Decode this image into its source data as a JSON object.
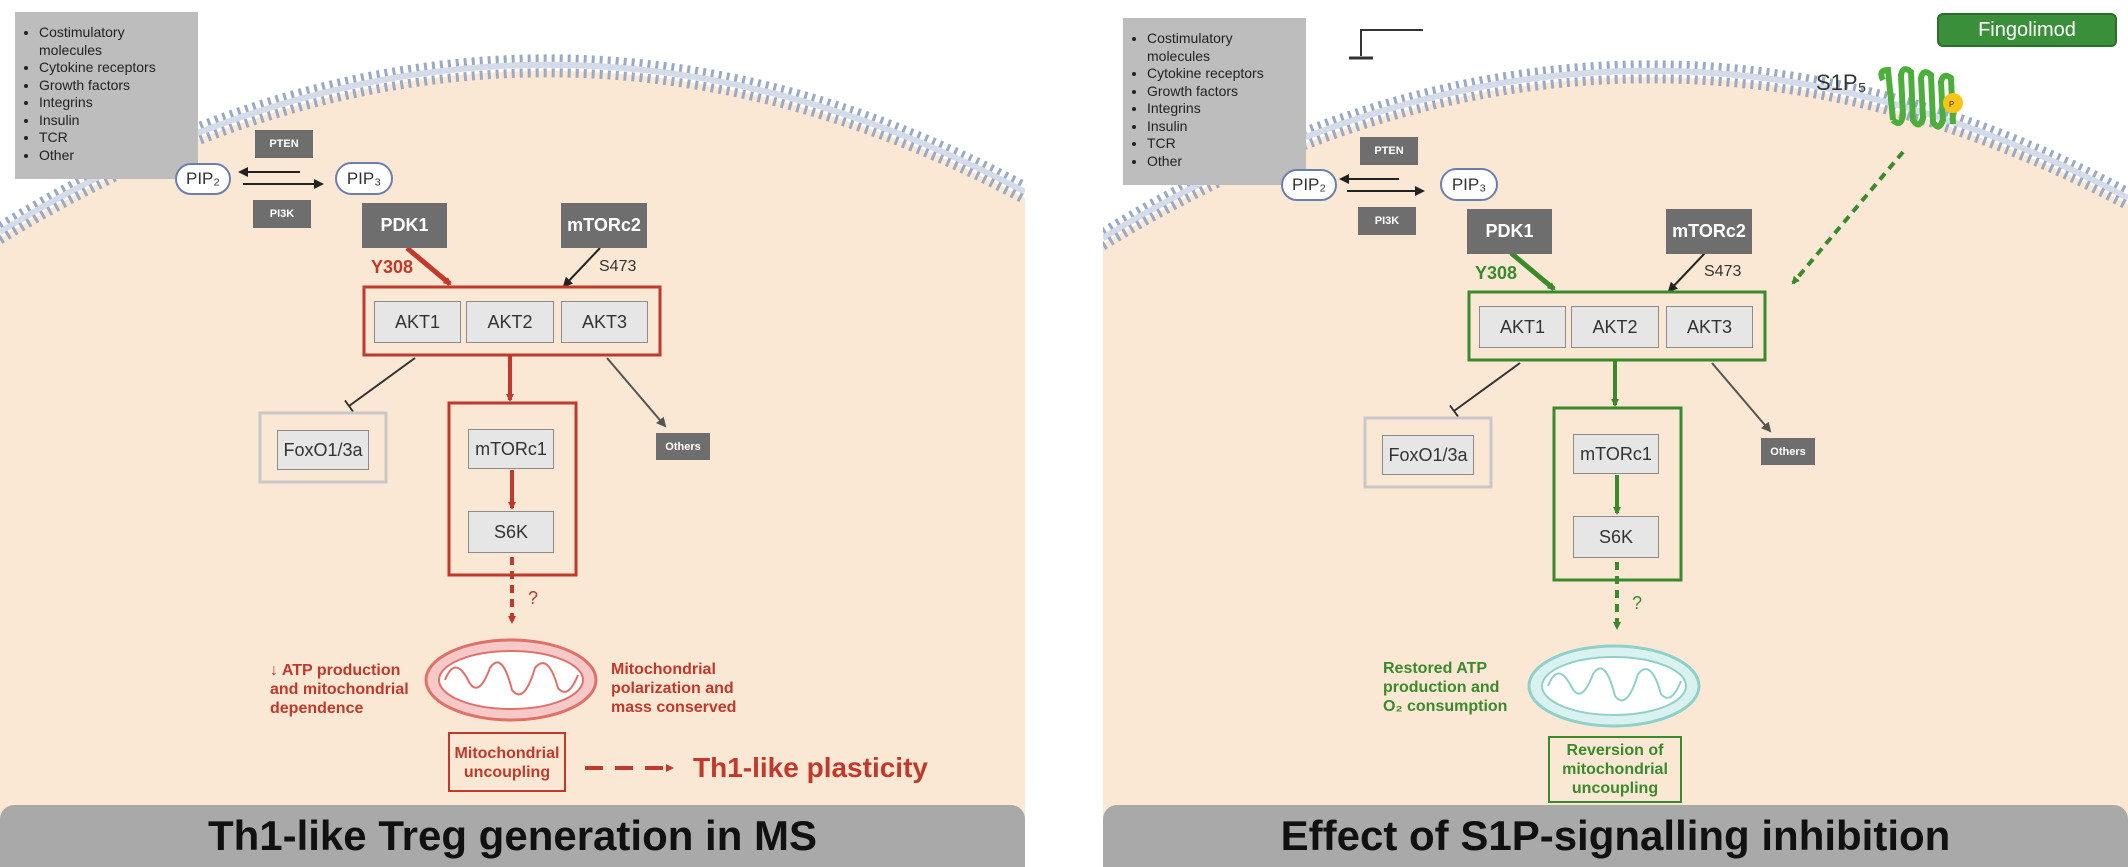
{
  "receptor_list": [
    "Costimulatory molecules",
    "Cytokine receptors",
    "Growth factors",
    "Integrins",
    "Insulin",
    "TCR",
    "Other"
  ],
  "receptor_list_right": [
    "Costimulatory molecules",
    "Cytokine receptors",
    "Growth factors",
    "Integrins",
    "Insulin",
    "TCR",
    "Other"
  ],
  "pten": "PTEN",
  "pi3k": "PI3K",
  "pip2": "PIP₂",
  "pip3": "PIP₃",
  "pdk1": "PDK1",
  "mtorc2": "mTORc2",
  "y308": "Y308",
  "s473": "S473",
  "akt1": "AKT1",
  "akt2": "AKT2",
  "akt3": "AKT3",
  "foxo": "FoxO1/3a",
  "others": "Others",
  "mtorc1": "mTORc1",
  "s6k": "S6K",
  "question": "?",
  "left": {
    "atp_text": "↓ ATP production and mitochondrial dependence",
    "mito_text": "Mitochondrial polarization and mass conserved",
    "uncoupling": "Mitochondrial uncoupling",
    "plasticity": "Th1-like plasticity",
    "title": "Th1-like Treg generation in MS"
  },
  "right": {
    "drug": "Fingolimod",
    "s1p": "S1P₅",
    "restored_text": "Restored ATP production and O₂ consumption",
    "reversion": "Reversion of mitochondrial uncoupling",
    "title": "Effect of S1P-signalling inhibition"
  },
  "colors": {
    "red_accent": "#c0392b",
    "green_accent": "#3a8a2c",
    "cytoplasm": "#fbe8d4",
    "title_bar": "#a9a9a9"
  }
}
